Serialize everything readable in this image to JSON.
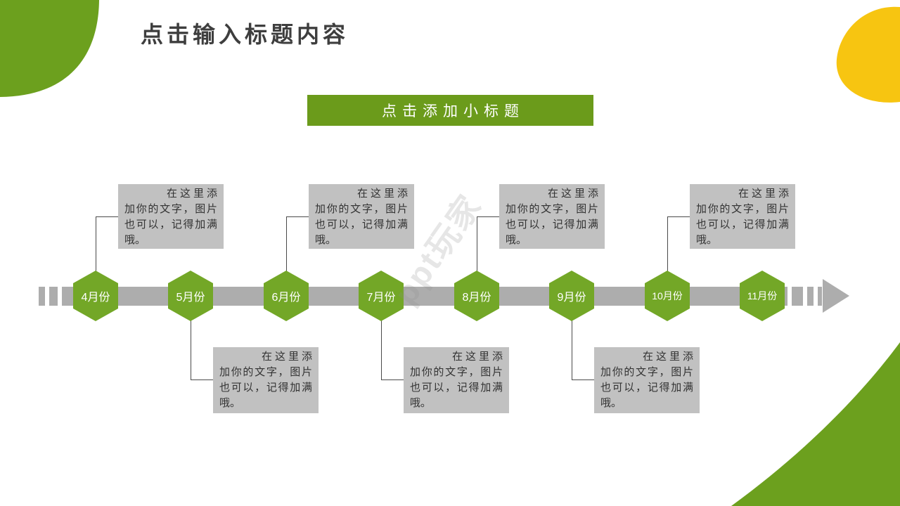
{
  "title": "点击输入标题内容",
  "subtitle_banner": {
    "label": "点击添加小标题"
  },
  "watermark": "ppt玩家",
  "colors": {
    "hexagon_green": "#73A727",
    "banner_green": "#6B9B1B",
    "corner_green": "#6CA01E",
    "accent_yellow": "#F7C511",
    "bar_gray": "#ADADAD",
    "box_gray": "#C1C1C1",
    "title_gray": "#3E3E3E",
    "connector_gray": "#4A4A4A"
  },
  "timeline": {
    "note_text": "在这里添加你的文字，图片也可以，记得加满哦。",
    "months": [
      {
        "label": "4月份",
        "note_position": "above"
      },
      {
        "label": "5月份",
        "note_position": "below"
      },
      {
        "label": "6月份",
        "note_position": "above"
      },
      {
        "label": "7月份",
        "note_position": "below"
      },
      {
        "label": "8月份",
        "note_position": "above"
      },
      {
        "label": "9月份",
        "note_position": "below"
      },
      {
        "label": "10月份",
        "note_position": "above"
      },
      {
        "label": "11月份",
        "note_position": "none"
      }
    ]
  }
}
